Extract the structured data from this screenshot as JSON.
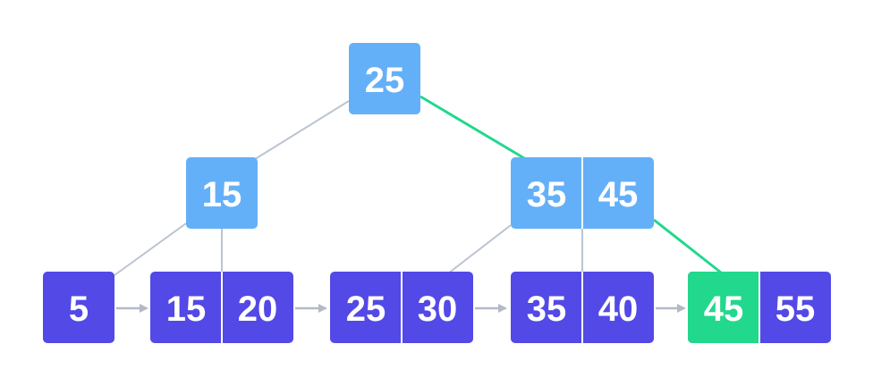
{
  "colors": {
    "internal_node": "#64b0f8",
    "leaf_node": "#5349e6",
    "highlight_node": "#22d88d",
    "edge": "#bcc4d2",
    "highlight_edge": "#22d88d",
    "leaf_arrow": "#b3bac6",
    "divider": "#ffffff"
  },
  "tree": {
    "root": {
      "keys": [
        "25"
      ]
    },
    "level1": [
      {
        "keys": [
          "15"
        ]
      },
      {
        "keys": [
          "35",
          "45"
        ]
      }
    ],
    "leaves": [
      {
        "keys": [
          "5"
        ]
      },
      {
        "keys": [
          "15",
          "20"
        ]
      },
      {
        "keys": [
          "25",
          "30"
        ]
      },
      {
        "keys": [
          "35",
          "40"
        ]
      },
      {
        "keys": [
          "45",
          "55"
        ],
        "highlight_key_index": 0
      }
    ],
    "search_path": [
      "25",
      "45",
      "45"
    ]
  }
}
